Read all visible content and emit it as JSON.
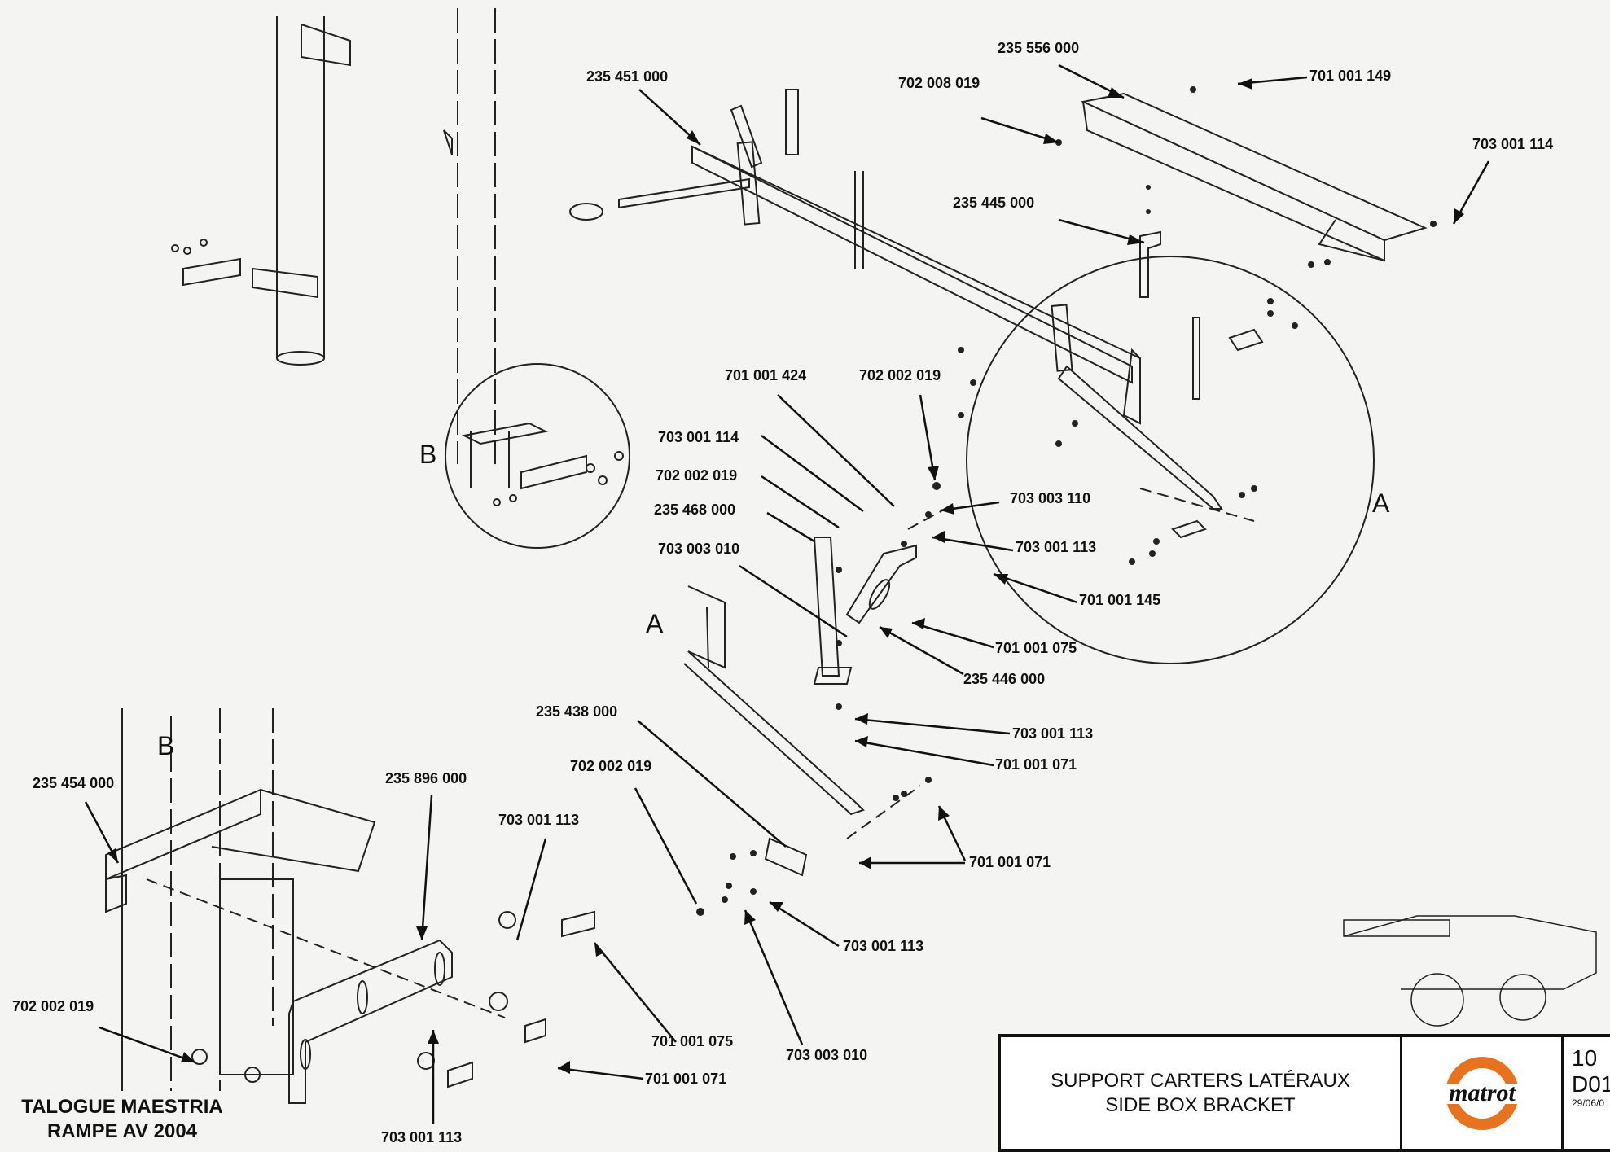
{
  "labels": {
    "l01": "235 556 000",
    "l02": "235 451 000",
    "l03": "702 008 019",
    "l04": "701 001 149",
    "l05": "703 001 114",
    "l06": "235 445 000",
    "l07": "701 001 424",
    "l08": "702 002 019",
    "l09": "703 001 114",
    "l10": "702 002 019",
    "l11": "235 468 000",
    "l12": "703 003 010",
    "l13": "703 003 110",
    "l14": "703 001 113",
    "l15": "701 001 145",
    "l16": "701 001 075",
    "l17": "235 446 000",
    "l18": "235 438 000",
    "l19": "703 001 113",
    "l20": "701 001 071",
    "l21": "702 002 019",
    "l22": "703 001 113",
    "l23": "701 001 071",
    "l24": "235 454 000",
    "l25": "235 896 000",
    "l26": "702 002 019",
    "l27": "701 001 075",
    "l28": "703 001 113",
    "l29": "703 003 010",
    "l30": "701 001 071",
    "l31": "703 001 113"
  },
  "detail_letters": {
    "a_circle": "A",
    "a_view": "A",
    "b_circle": "B",
    "b_view": "B"
  },
  "catalogue": {
    "line1": "TALOGUE MAESTRIA",
    "line2": "RAMPE AV 2004"
  },
  "title_block": {
    "title_fr": "SUPPORT CARTERS LATÉRAUX",
    "title_en": "SIDE BOX BRACKET",
    "page_number": "10",
    "drawing_ref": "D01",
    "date": "29/06/0"
  },
  "colors": {
    "logo_orange": "#e8731e",
    "ink": "#111111",
    "paper": "#f4f4f2"
  },
  "icons": {
    "logo": "matrot-logo",
    "machine": "sprayer-thumbnail"
  }
}
